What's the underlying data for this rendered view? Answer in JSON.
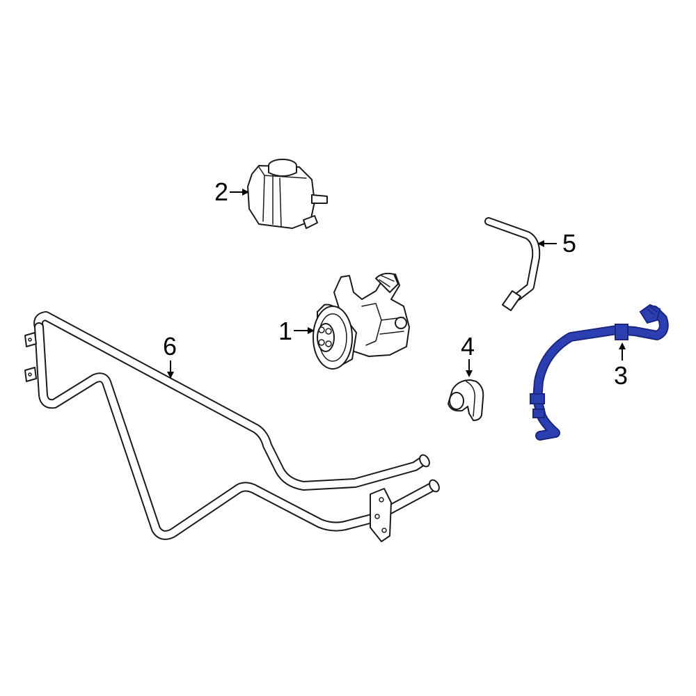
{
  "colors": {
    "highlight": "#2b3fb0",
    "highlight_edge": "#1a2680",
    "line": "#1a1a1a",
    "background": "#ffffff"
  },
  "callouts": {
    "part1": "1",
    "part2": "2",
    "part3": "3",
    "part4": "4",
    "part5": "5",
    "part6": "6"
  }
}
